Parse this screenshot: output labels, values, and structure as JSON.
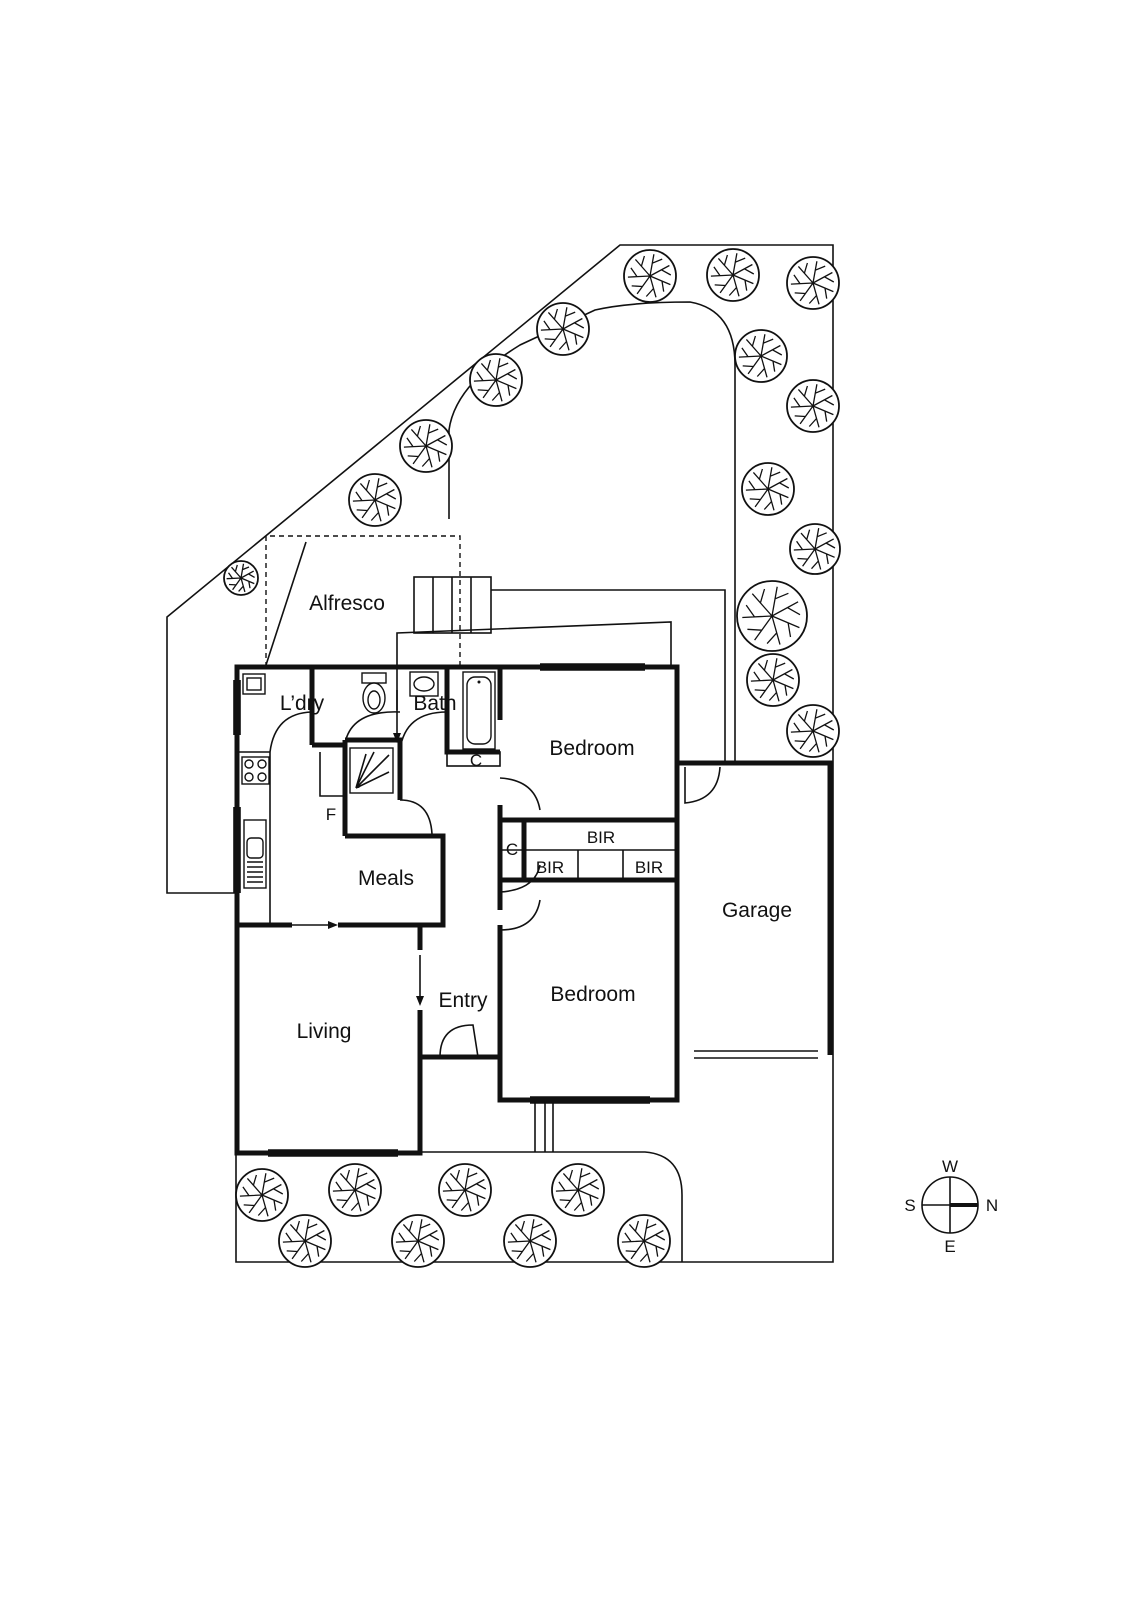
{
  "rooms": {
    "alfresco": "Alfresco",
    "laundry": "L’dry",
    "bath": "Bath",
    "bedroom1": "Bedroom",
    "fridge": "F",
    "cupboard1": "C",
    "cupboard2": "C",
    "bir_top": "BIR",
    "bir_left": "BIR",
    "bir_right": "BIR",
    "meals": "Meals",
    "garage": "Garage",
    "entry": "Entry",
    "bedroom2": "Bedroom",
    "living": "Living"
  },
  "compass": {
    "w": "W",
    "s": "S",
    "n": "N",
    "e": "E"
  }
}
